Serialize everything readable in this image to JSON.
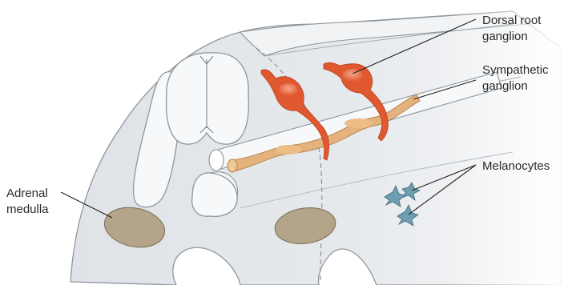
{
  "labels": {
    "dorsal_root_ganglion": [
      "Dorsal root",
      "ganglion"
    ],
    "sympathetic_ganglion": [
      "Sympathetic",
      "ganglion"
    ],
    "melanocytes": [
      "Melanocytes"
    ],
    "adrenal_medulla": [
      "Adrenal",
      "medulla"
    ]
  },
  "colors": {
    "tissue_fill": "#e4e7ea",
    "tissue_light": "#f2f3f5",
    "tissue_outline": "#8e969c",
    "neuron": "#e0582f",
    "neuron_highlight": "#f2a07f",
    "sympathetic_chain": "#e4b27c",
    "adrenal_medulla": "#b3a48a",
    "melanocyte": "#6e9fb0",
    "label_text": "#2b2b2b"
  }
}
